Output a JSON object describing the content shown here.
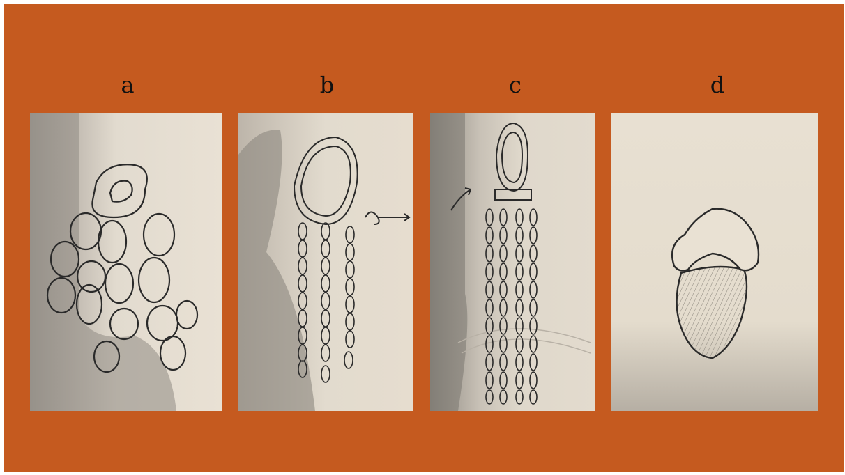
{
  "panels": [
    {
      "label": "a",
      "name": "cluster-of-cells"
    },
    {
      "label": "b",
      "name": "ring-with-three-chains"
    },
    {
      "label": "c",
      "name": "ring-with-four-chains"
    },
    {
      "label": "d",
      "name": "cap-over-shaded-body"
    }
  ],
  "colors": {
    "background": "#c55a1f",
    "paper_light": "#e6ddd0",
    "paper_shadow": "#8f8a83",
    "ink": "#2a2a2a"
  }
}
